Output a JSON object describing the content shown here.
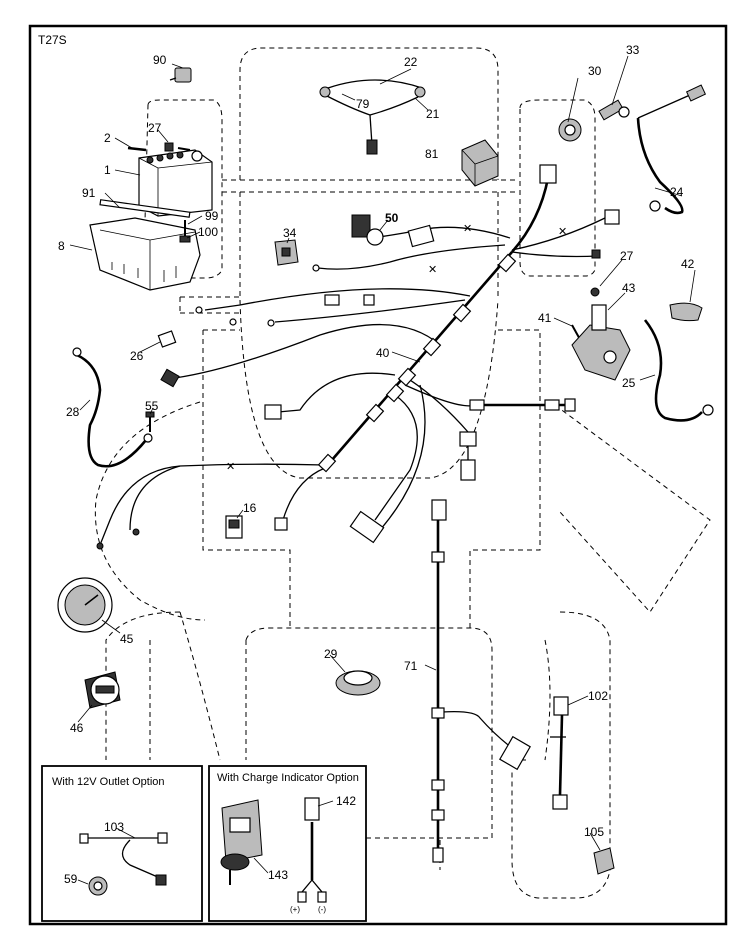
{
  "diagram": {
    "code": "T27S",
    "callouts": [
      {
        "id": "c90",
        "text": "90"
      },
      {
        "id": "c22",
        "text": "22"
      },
      {
        "id": "c79",
        "text": "79"
      },
      {
        "id": "c21",
        "text": "21"
      },
      {
        "id": "c81",
        "text": "81"
      },
      {
        "id": "c30",
        "text": "30"
      },
      {
        "id": "c33",
        "text": "33"
      },
      {
        "id": "c2",
        "text": "2"
      },
      {
        "id": "c27a",
        "text": "27"
      },
      {
        "id": "c1",
        "text": "1"
      },
      {
        "id": "c91",
        "text": "91"
      },
      {
        "id": "c99",
        "text": "99"
      },
      {
        "id": "c100",
        "text": "100"
      },
      {
        "id": "c8",
        "text": "8"
      },
      {
        "id": "c34",
        "text": "34"
      },
      {
        "id": "c50",
        "text": "50"
      },
      {
        "id": "c24",
        "text": "24"
      },
      {
        "id": "c27b",
        "text": "27"
      },
      {
        "id": "c42",
        "text": "42"
      },
      {
        "id": "c43",
        "text": "43"
      },
      {
        "id": "c41",
        "text": "41"
      },
      {
        "id": "c26",
        "text": "26"
      },
      {
        "id": "c40",
        "text": "40"
      },
      {
        "id": "c25",
        "text": "25"
      },
      {
        "id": "c28",
        "text": "28"
      },
      {
        "id": "c55",
        "text": "55"
      },
      {
        "id": "c16",
        "text": "16"
      },
      {
        "id": "c45",
        "text": "45"
      },
      {
        "id": "c29",
        "text": "29"
      },
      {
        "id": "c71",
        "text": "71"
      },
      {
        "id": "c102",
        "text": "102"
      },
      {
        "id": "c46",
        "text": "46"
      },
      {
        "id": "c103",
        "text": "103"
      },
      {
        "id": "c59",
        "text": "59"
      },
      {
        "id": "c142",
        "text": "142"
      },
      {
        "id": "c143",
        "text": "143"
      },
      {
        "id": "c105",
        "text": "105"
      }
    ],
    "option_boxes": [
      {
        "title": "With 12V Outlet Option"
      },
      {
        "title": "With Charge Indicator Option"
      }
    ],
    "polarity_labels": {
      "plus": "(+)",
      "minus": "(-)"
    }
  }
}
